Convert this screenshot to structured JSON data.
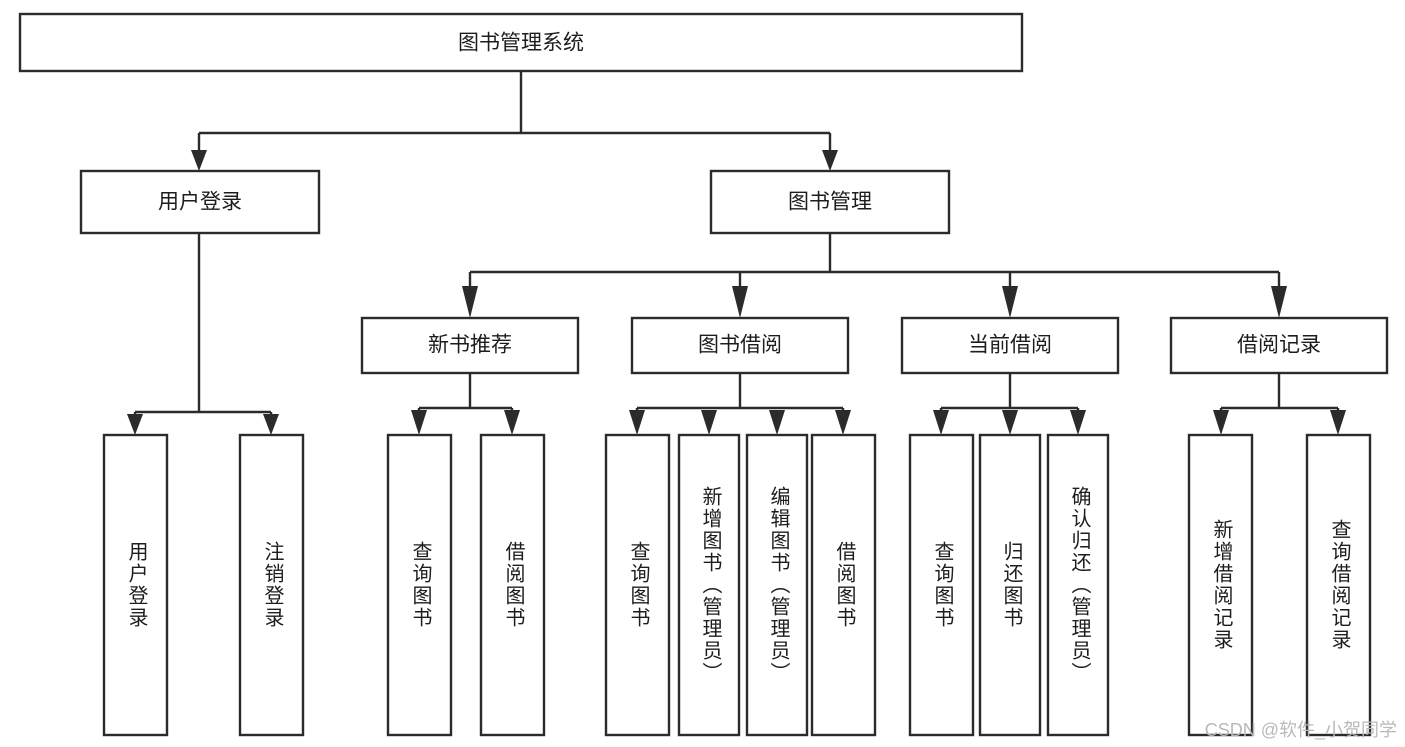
{
  "diagram": {
    "type": "tree",
    "title": "图书管理系统",
    "root": {
      "id": "root",
      "label": "图书管理系统"
    },
    "level1": [
      {
        "id": "user-login",
        "label": "用户登录"
      },
      {
        "id": "book-management",
        "label": "图书管理"
      }
    ],
    "level2": [
      {
        "id": "new-book-recommend",
        "label": "新书推荐",
        "parent": "book-management"
      },
      {
        "id": "book-borrow",
        "label": "图书借阅",
        "parent": "book-management"
      },
      {
        "id": "current-borrow",
        "label": "当前借阅",
        "parent": "book-management"
      },
      {
        "id": "borrow-record",
        "label": "借阅记录",
        "parent": "book-management"
      }
    ],
    "leaves": [
      {
        "id": "leaf-user-login",
        "label": "用户登录",
        "parent": "user-login"
      },
      {
        "id": "leaf-logout-login",
        "label": "注销登录",
        "parent": "user-login"
      },
      {
        "id": "leaf-query-book-1",
        "label": "查询图书",
        "parent": "new-book-recommend"
      },
      {
        "id": "leaf-borrow-book-1",
        "label": "借阅图书",
        "parent": "new-book-recommend"
      },
      {
        "id": "leaf-query-book-2",
        "label": "查询图书",
        "parent": "book-borrow"
      },
      {
        "id": "leaf-add-book",
        "label": "新增图书（管理员）",
        "parent": "book-borrow"
      },
      {
        "id": "leaf-edit-book",
        "label": "编辑图书（管理员）",
        "parent": "book-borrow"
      },
      {
        "id": "leaf-borrow-book-2",
        "label": "借阅图书",
        "parent": "book-borrow"
      },
      {
        "id": "leaf-query-book-3",
        "label": "查询图书",
        "parent": "current-borrow"
      },
      {
        "id": "leaf-return-book",
        "label": "归还图书",
        "parent": "current-borrow"
      },
      {
        "id": "leaf-confirm-return",
        "label": "确认归还（管理员）",
        "parent": "current-borrow"
      },
      {
        "id": "leaf-add-record",
        "label": "新增借阅记录",
        "parent": "borrow-record"
      },
      {
        "id": "leaf-query-record",
        "label": "查询借阅记录",
        "parent": "borrow-record"
      }
    ],
    "colors": {
      "box_stroke": "#2b2b2b",
      "box_fill": "#ffffff",
      "text": "#1d1d1d",
      "connector": "#2b2b2b",
      "background": "#ffffff",
      "watermark": "#b9b9b9"
    }
  },
  "watermark": {
    "text": "CSDN @软件_小贺同学"
  }
}
